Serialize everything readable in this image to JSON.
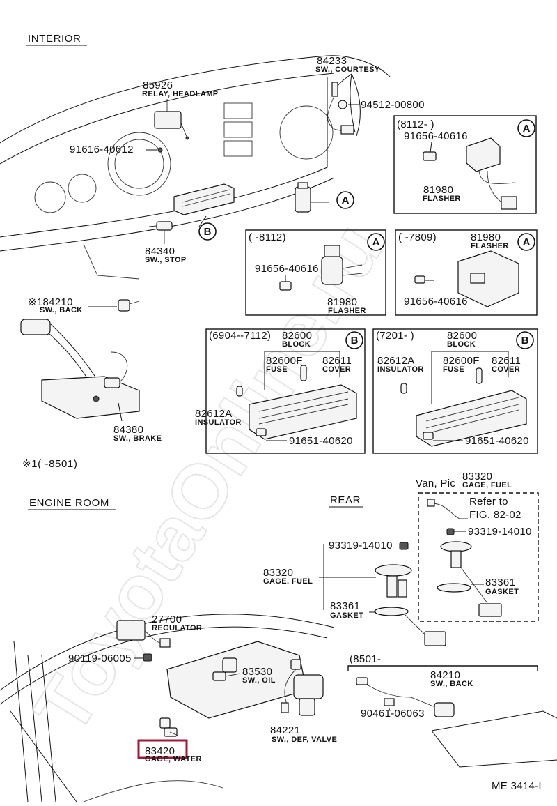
{
  "headings": {
    "interior": "INTERIOR",
    "engine_room": "ENGINE ROOM",
    "rear": "REAR",
    "footnote": "※1(      -8501)"
  },
  "callout_letters": {
    "a": "A",
    "b": "B"
  },
  "parts": {
    "p85926": {
      "num": "85926",
      "name": "RELAY, HEADLAMP"
    },
    "p84233": {
      "num": "84233",
      "name": "SW., COURTESY"
    },
    "p94512": {
      "num": "94512-00800"
    },
    "p91616": {
      "num": "91616-40612"
    },
    "p84340": {
      "num": "84340",
      "name": "SW., STOP"
    },
    "p184210": {
      "num": "※184210",
      "name": "SW., BACK"
    },
    "p84380": {
      "num": "84380",
      "name": "SW., BRAKE"
    },
    "p27700": {
      "num": "27700",
      "name": "REGULATOR"
    },
    "p90119": {
      "num": "90119-06005"
    },
    "p83530": {
      "num": "83530",
      "name": "SW., OIL"
    },
    "p83420": {
      "num": "83420",
      "name": "GAGE, WATER"
    },
    "p84221": {
      "num": "84221",
      "name": "SW., DEF, VALVE"
    },
    "p93319a": {
      "num": "93319-14010"
    },
    "p83320": {
      "num": "83320",
      "name": "GAGE, FUEL"
    },
    "p83361": {
      "num": "83361",
      "name": "GASKET"
    }
  },
  "inset_a1": {
    "range": "(8112-         )",
    "p91656": "91656-40616",
    "num": "81980",
    "name": "FLASHER"
  },
  "inset_a2": {
    "range": "(      -8112)",
    "p91656": "91656-40616",
    "num": "81980",
    "name": "FLASHER"
  },
  "inset_a3": {
    "range": "(      -7809)",
    "p91656": "91656-40616",
    "num": "81980",
    "name": "FLASHER"
  },
  "inset_b1": {
    "range": "(6904--7112)",
    "block_num": "82600",
    "block_name": "BLOCK",
    "fuse_num": "82600F",
    "fuse_name": "FUSE",
    "cover_num": "82611",
    "cover_name": "COVER",
    "ins_num": "82612A",
    "ins_name": "INSULATOR",
    "screw": "91651-40620"
  },
  "inset_b2": {
    "range": "(7201-         )",
    "block_num": "82600",
    "block_name": "BLOCK",
    "ins_num": "82612A",
    "ins_name": "INSULATOR",
    "fuse_num": "82600F",
    "fuse_name": "FUSE",
    "cover_num": "82611",
    "cover_name": "COVER",
    "screw": "91651-40620"
  },
  "van_inset": {
    "label": "Van, Pic",
    "num": "83320",
    "name": "GAGE, FUEL",
    "ref1": "Refer to",
    "ref2": "FIG. 82-02",
    "screw": "93319-14010",
    "gasket_num": "83361",
    "gasket_name": "GASKET"
  },
  "inset_8501": {
    "range": "(8501-         ",
    "num": "84210",
    "name": "SW., BACK",
    "clip": "90461-06063"
  },
  "figure_code": "ME 3414-I",
  "watermark": "ToyotaOnline.ru",
  "highlight_color": "#9b1b3a"
}
